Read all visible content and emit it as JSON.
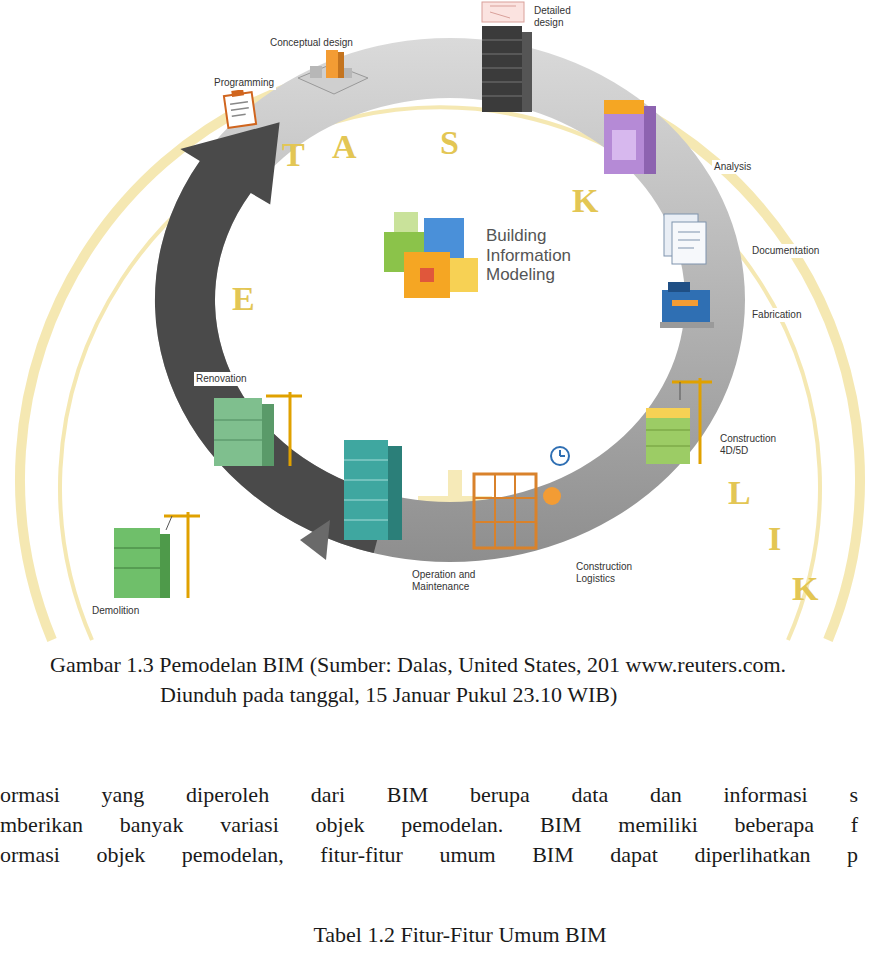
{
  "diagram": {
    "caption": "Gambar 1.3 Pemodelan BIM (Sumber: Dalas, United States, 201 www.reuters.com. Diunduh pada tanggal, 15 Januar Pukul 23.10 WIB)",
    "labels": [
      "Detailed design",
      "Conceptual design",
      "Programming",
      "Analysis",
      "Documentation",
      "Fabrication",
      "Construction 4D/5D",
      "Construction Logistics",
      "Operation and Maintenance",
      "Demolition",
      "Renovation",
      "Building Information Modeling",
      "ormasi yang diperoleh dari BIM berupa data dan informasi s",
      "mberikan banyak variasi objek pemodelan. BIM memiliki beberapa f",
      "ormasi objek pemodelan, fitur-fitur umum BIM dapat diperlihatkan p",
      "Tabel 1.2 Fitur-Fitur Umum BIM",
      "T",
      "A",
      "S",
      "K",
      "E",
      "L",
      "I",
      "K"
    ]
  }
}
